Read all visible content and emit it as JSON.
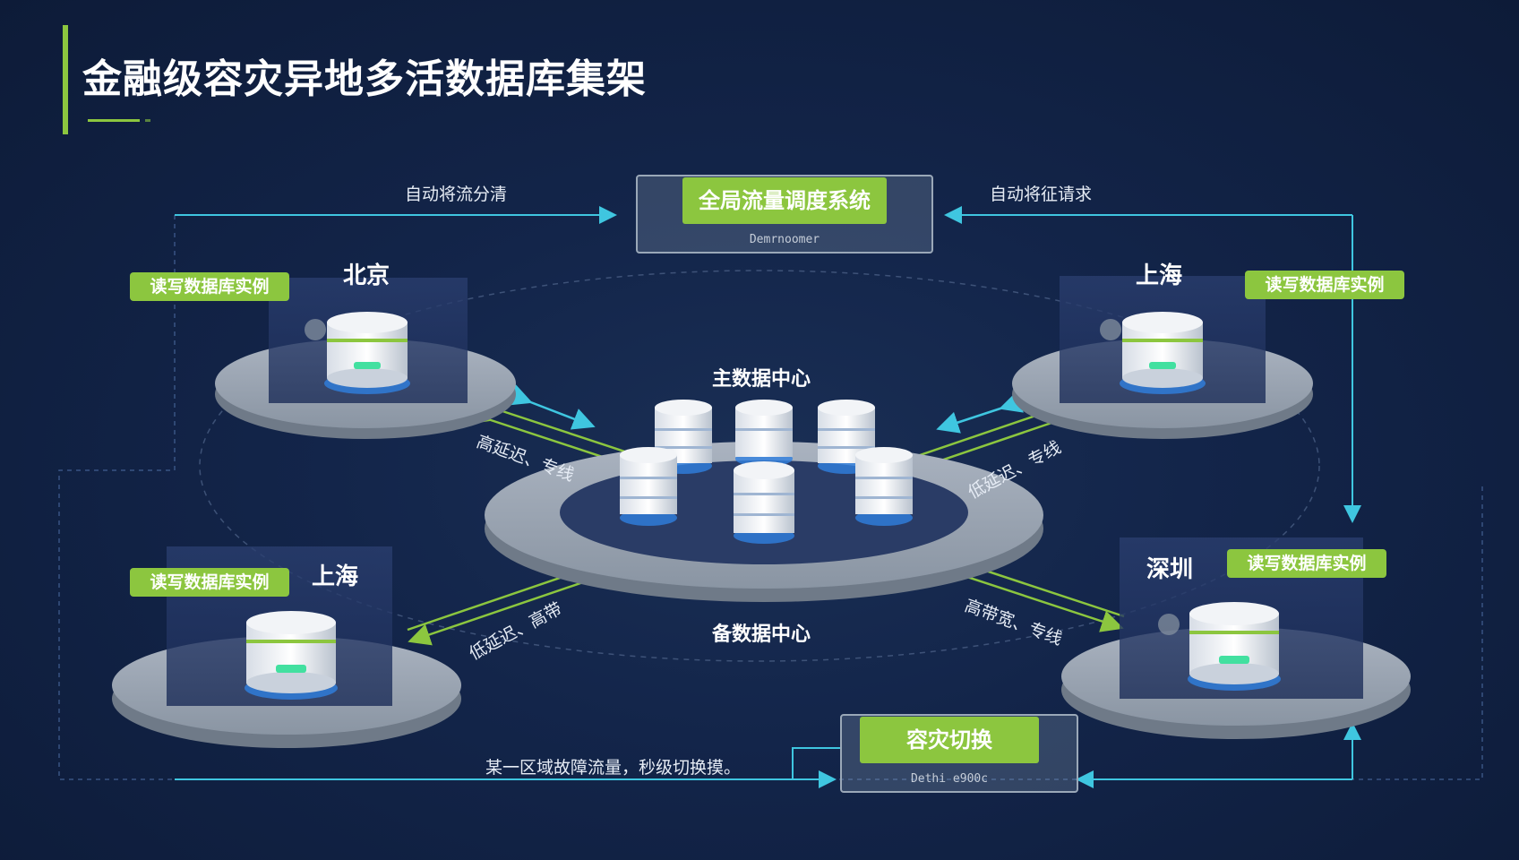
{
  "header": {
    "title": "金融级容灾异地多活数据库集架"
  },
  "nodes": {
    "beijing": {
      "city": "北京",
      "tag": "读写数据库实例"
    },
    "shanghai_top": {
      "city": "上海",
      "tag": "读写数据库实例"
    },
    "shanghai_bottom": {
      "city": "上海",
      "tag": "读写数据库实例"
    },
    "shenzhen": {
      "city": "深圳",
      "tag": "读写数据库实例"
    }
  },
  "center": {
    "primary_label": "主数据中心",
    "backup_label": "备数据中心"
  },
  "global_scheduler": {
    "label": "全局流量调度系统",
    "sub": "Demrnoomer"
  },
  "failover": {
    "label": "容灾切换",
    "sub": "Dethi e900c"
  },
  "flows": {
    "left_top": "自动将流分清",
    "right_top": "自动将征请求",
    "bottom": "某一区域故障流量，秒级切换摸。"
  },
  "links": {
    "top_left": "高延迟、专线",
    "top_right": "低延迟、专线",
    "bottom_left": "低延迟、高带",
    "bottom_right": "高带宽、专线"
  },
  "colors": {
    "accent": "#8cc63f",
    "line_cyan": "#3fc6e0",
    "bg": "#13254a"
  }
}
